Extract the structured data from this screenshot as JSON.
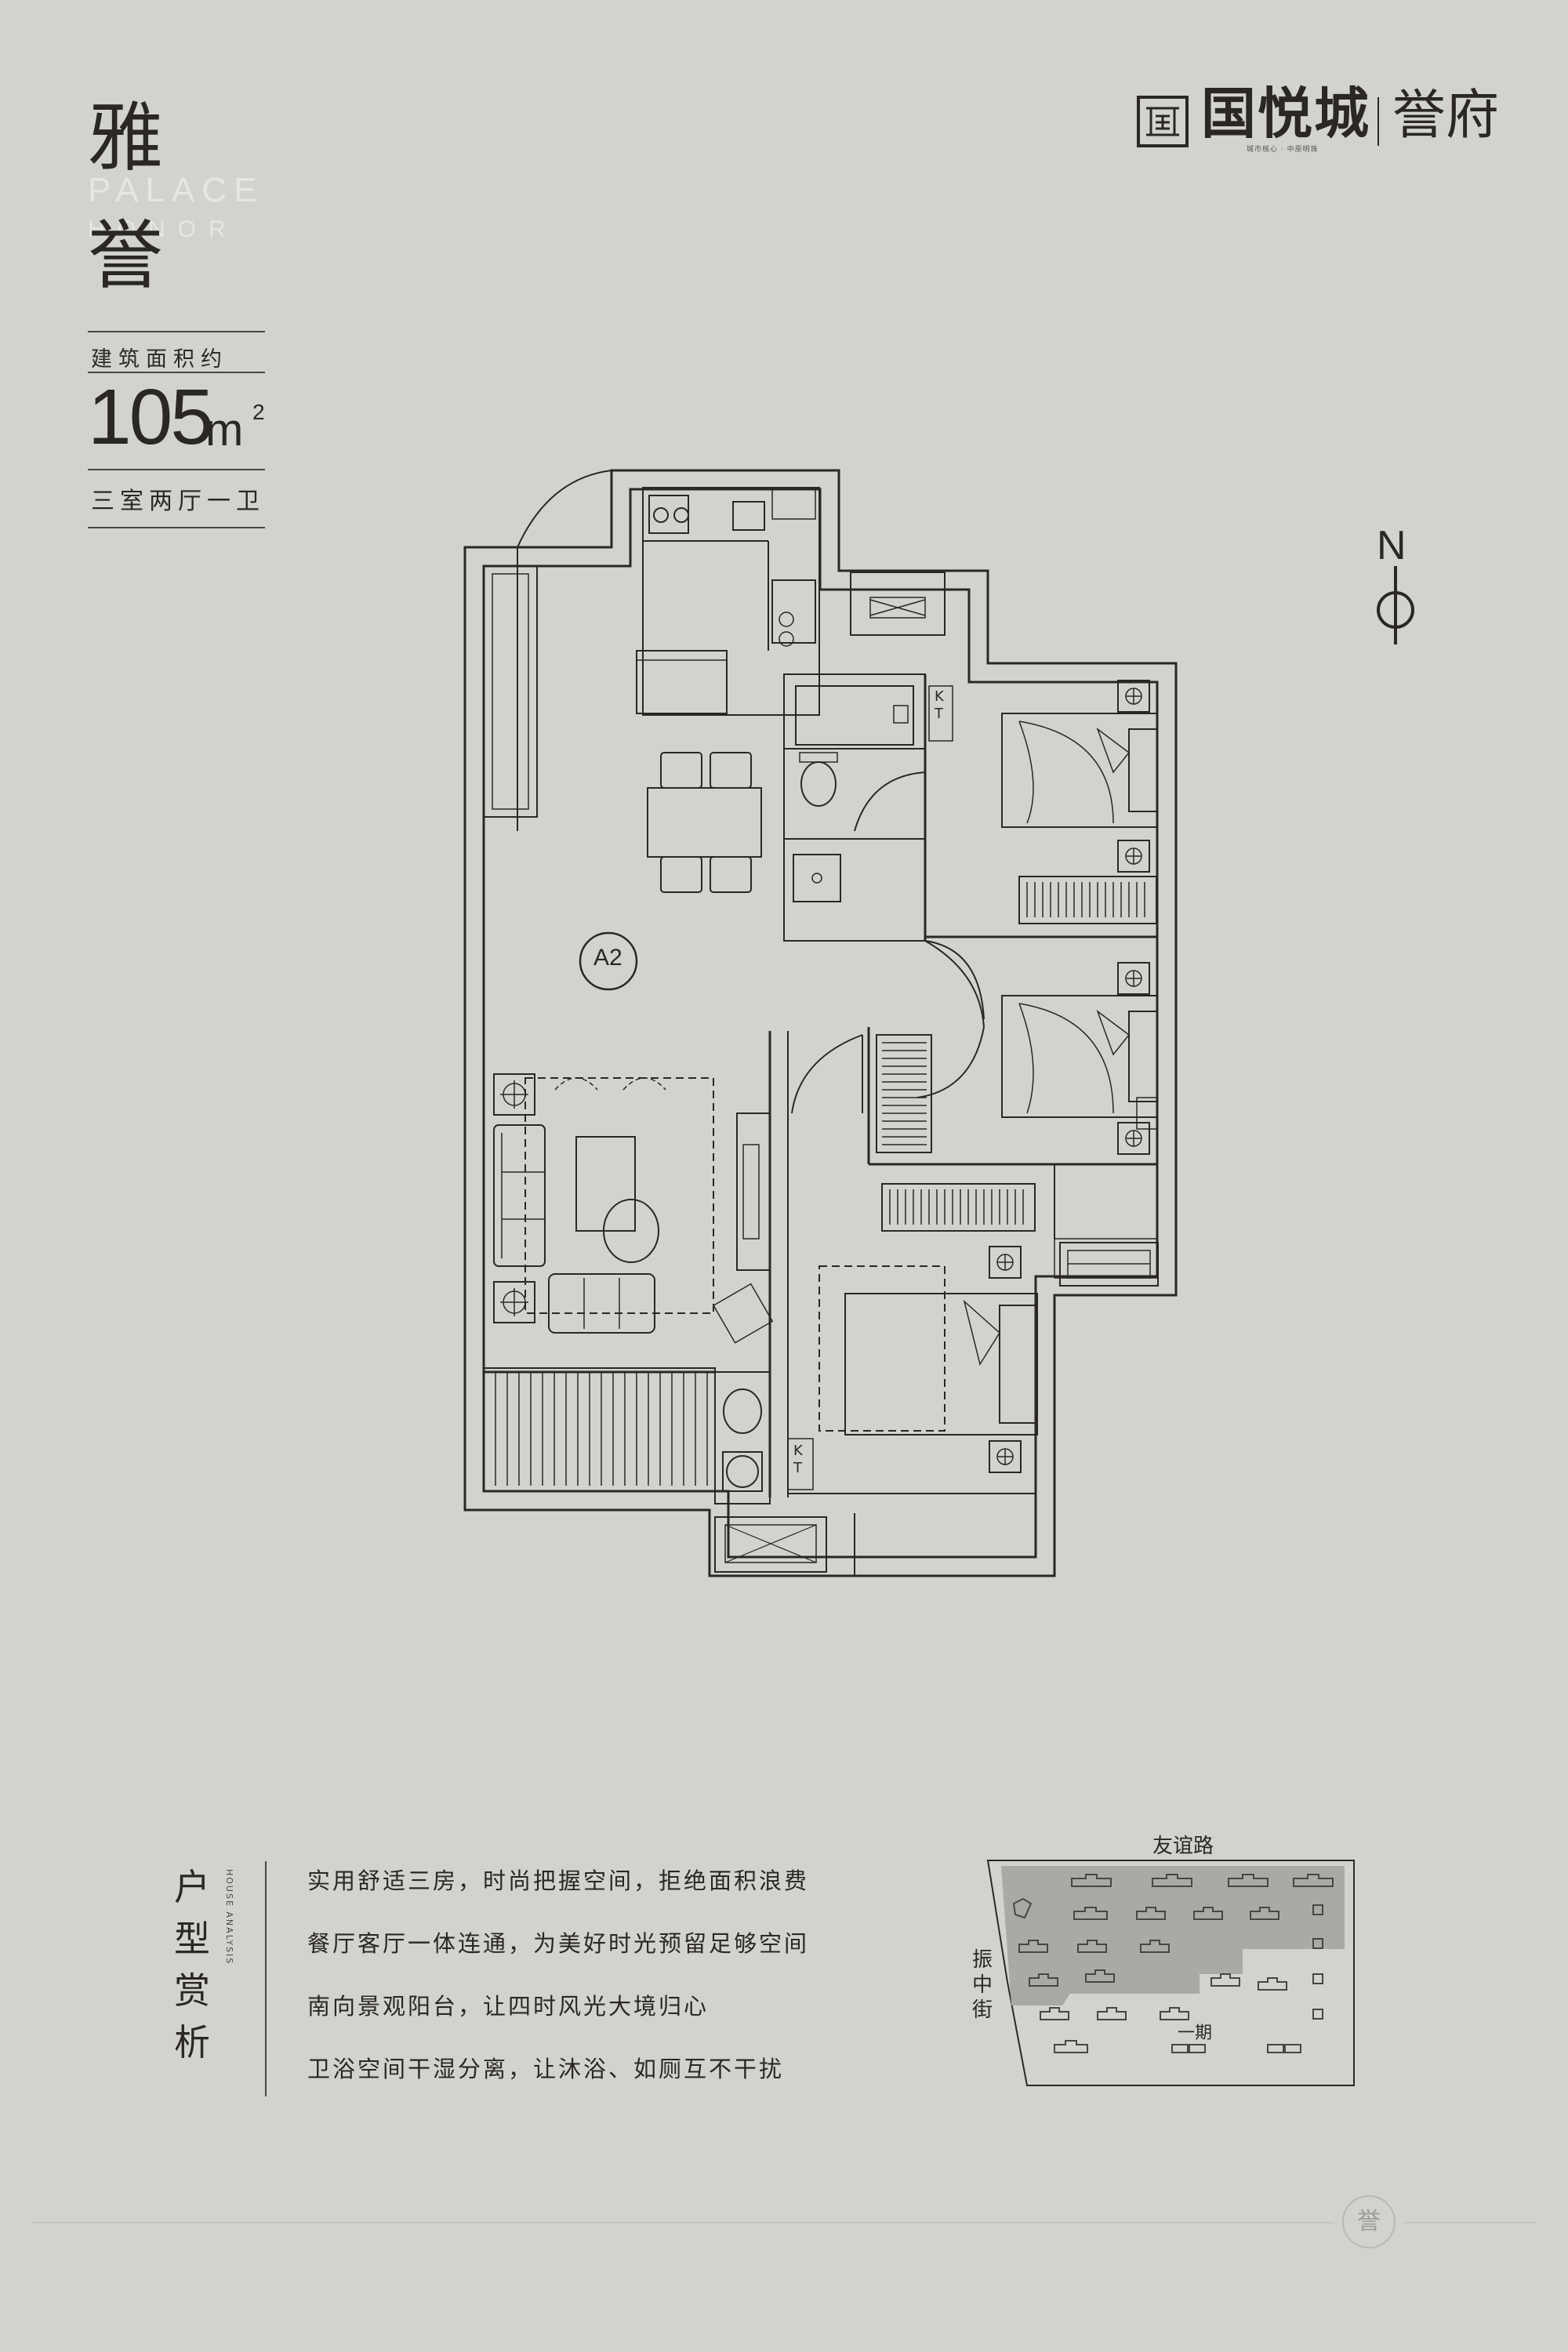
{
  "title": {
    "char1": "雅",
    "char2": "誉",
    "en_line1": "PALACE",
    "en_line2": "HONOR"
  },
  "spec": {
    "area_label": "建筑面积约",
    "area_value": "105",
    "area_unit": "m",
    "area_sup": "2",
    "layout": "三室两厅一卫"
  },
  "brand": {
    "name": "国悦城",
    "sub": "誉府",
    "slogan": "城市核心 · 中原明珠"
  },
  "compass": {
    "label": "N"
  },
  "plan": {
    "unit_label": "A2",
    "kt_labels": [
      "K",
      "T"
    ]
  },
  "analysis": {
    "title": "户型赏析",
    "title_en": "HOUSE ANALYSIS",
    "points": [
      "实用舒适三房，时尚把握空间，拒绝面积浪费",
      "餐厅客厅一体连通，为美好时光预留足够空间",
      "南向景观阳台，让四时风光大境归心",
      "卫浴空间干湿分离，让沐浴、如厕互不干扰"
    ]
  },
  "site_map": {
    "road_top": "友谊路",
    "road_left": "振中街",
    "phase_label": "一期"
  },
  "footer": {
    "seal": "誉"
  },
  "colors": {
    "background": "#d2d3ce",
    "ink": "#2b2724",
    "lines": "#4a4542"
  }
}
